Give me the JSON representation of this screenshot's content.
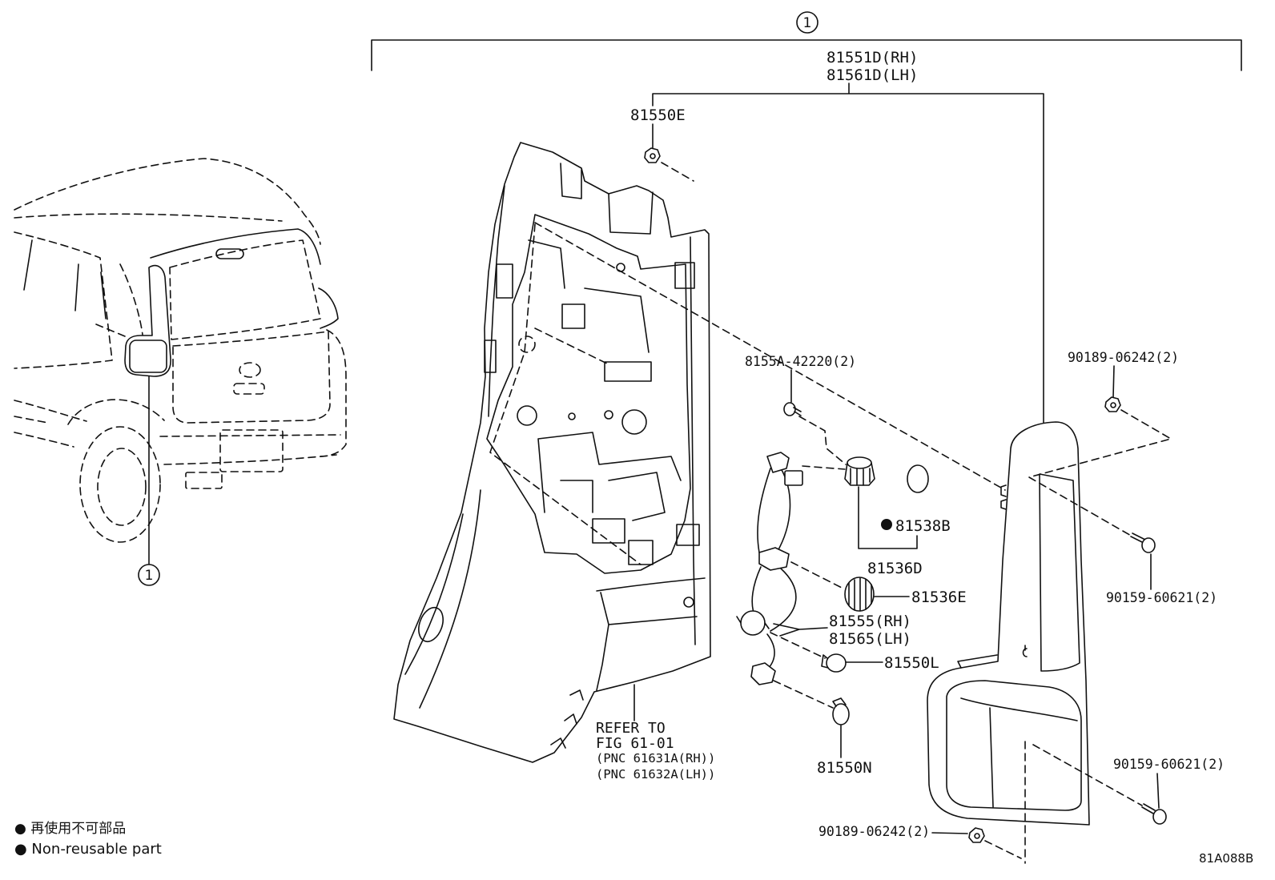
{
  "callouts": {
    "assembly_top": "1",
    "assembly_vehicle": "1"
  },
  "parts": {
    "lamp_assy_rh": "81551D(RH)",
    "lamp_assy_lh": "81561D(LH)",
    "clip_81550e": "81550E",
    "screw_8155a": "8155A-42220(2)",
    "clip_90189_upper": "90189-06242(2)",
    "gasket_81538b": "81538B",
    "socket_81536d": "81536D",
    "socket_81536e": "81536E",
    "wire_81555_rh": "81555(RH)",
    "wire_81565_lh": "81565(LH)",
    "bulb_81550l": "81550L",
    "screw_90159_upper": "90159-60621(2)",
    "bulb_81550n": "81550N",
    "screw_90159_lower": "90159-60621(2)",
    "clip_90189_lower": "90189-06242(2)"
  },
  "reference": {
    "line1": "REFER TO",
    "line2": "FIG 61-01",
    "line3": "(PNC 61631A(RH))",
    "line4": "(PNC 61632A(LH))"
  },
  "legend": {
    "jp": "● 再使用不可部品",
    "en": "● Non-reusable part"
  },
  "figure_id": "81A088B",
  "colors": {
    "line": "#111111",
    "background": "#ffffff"
  }
}
